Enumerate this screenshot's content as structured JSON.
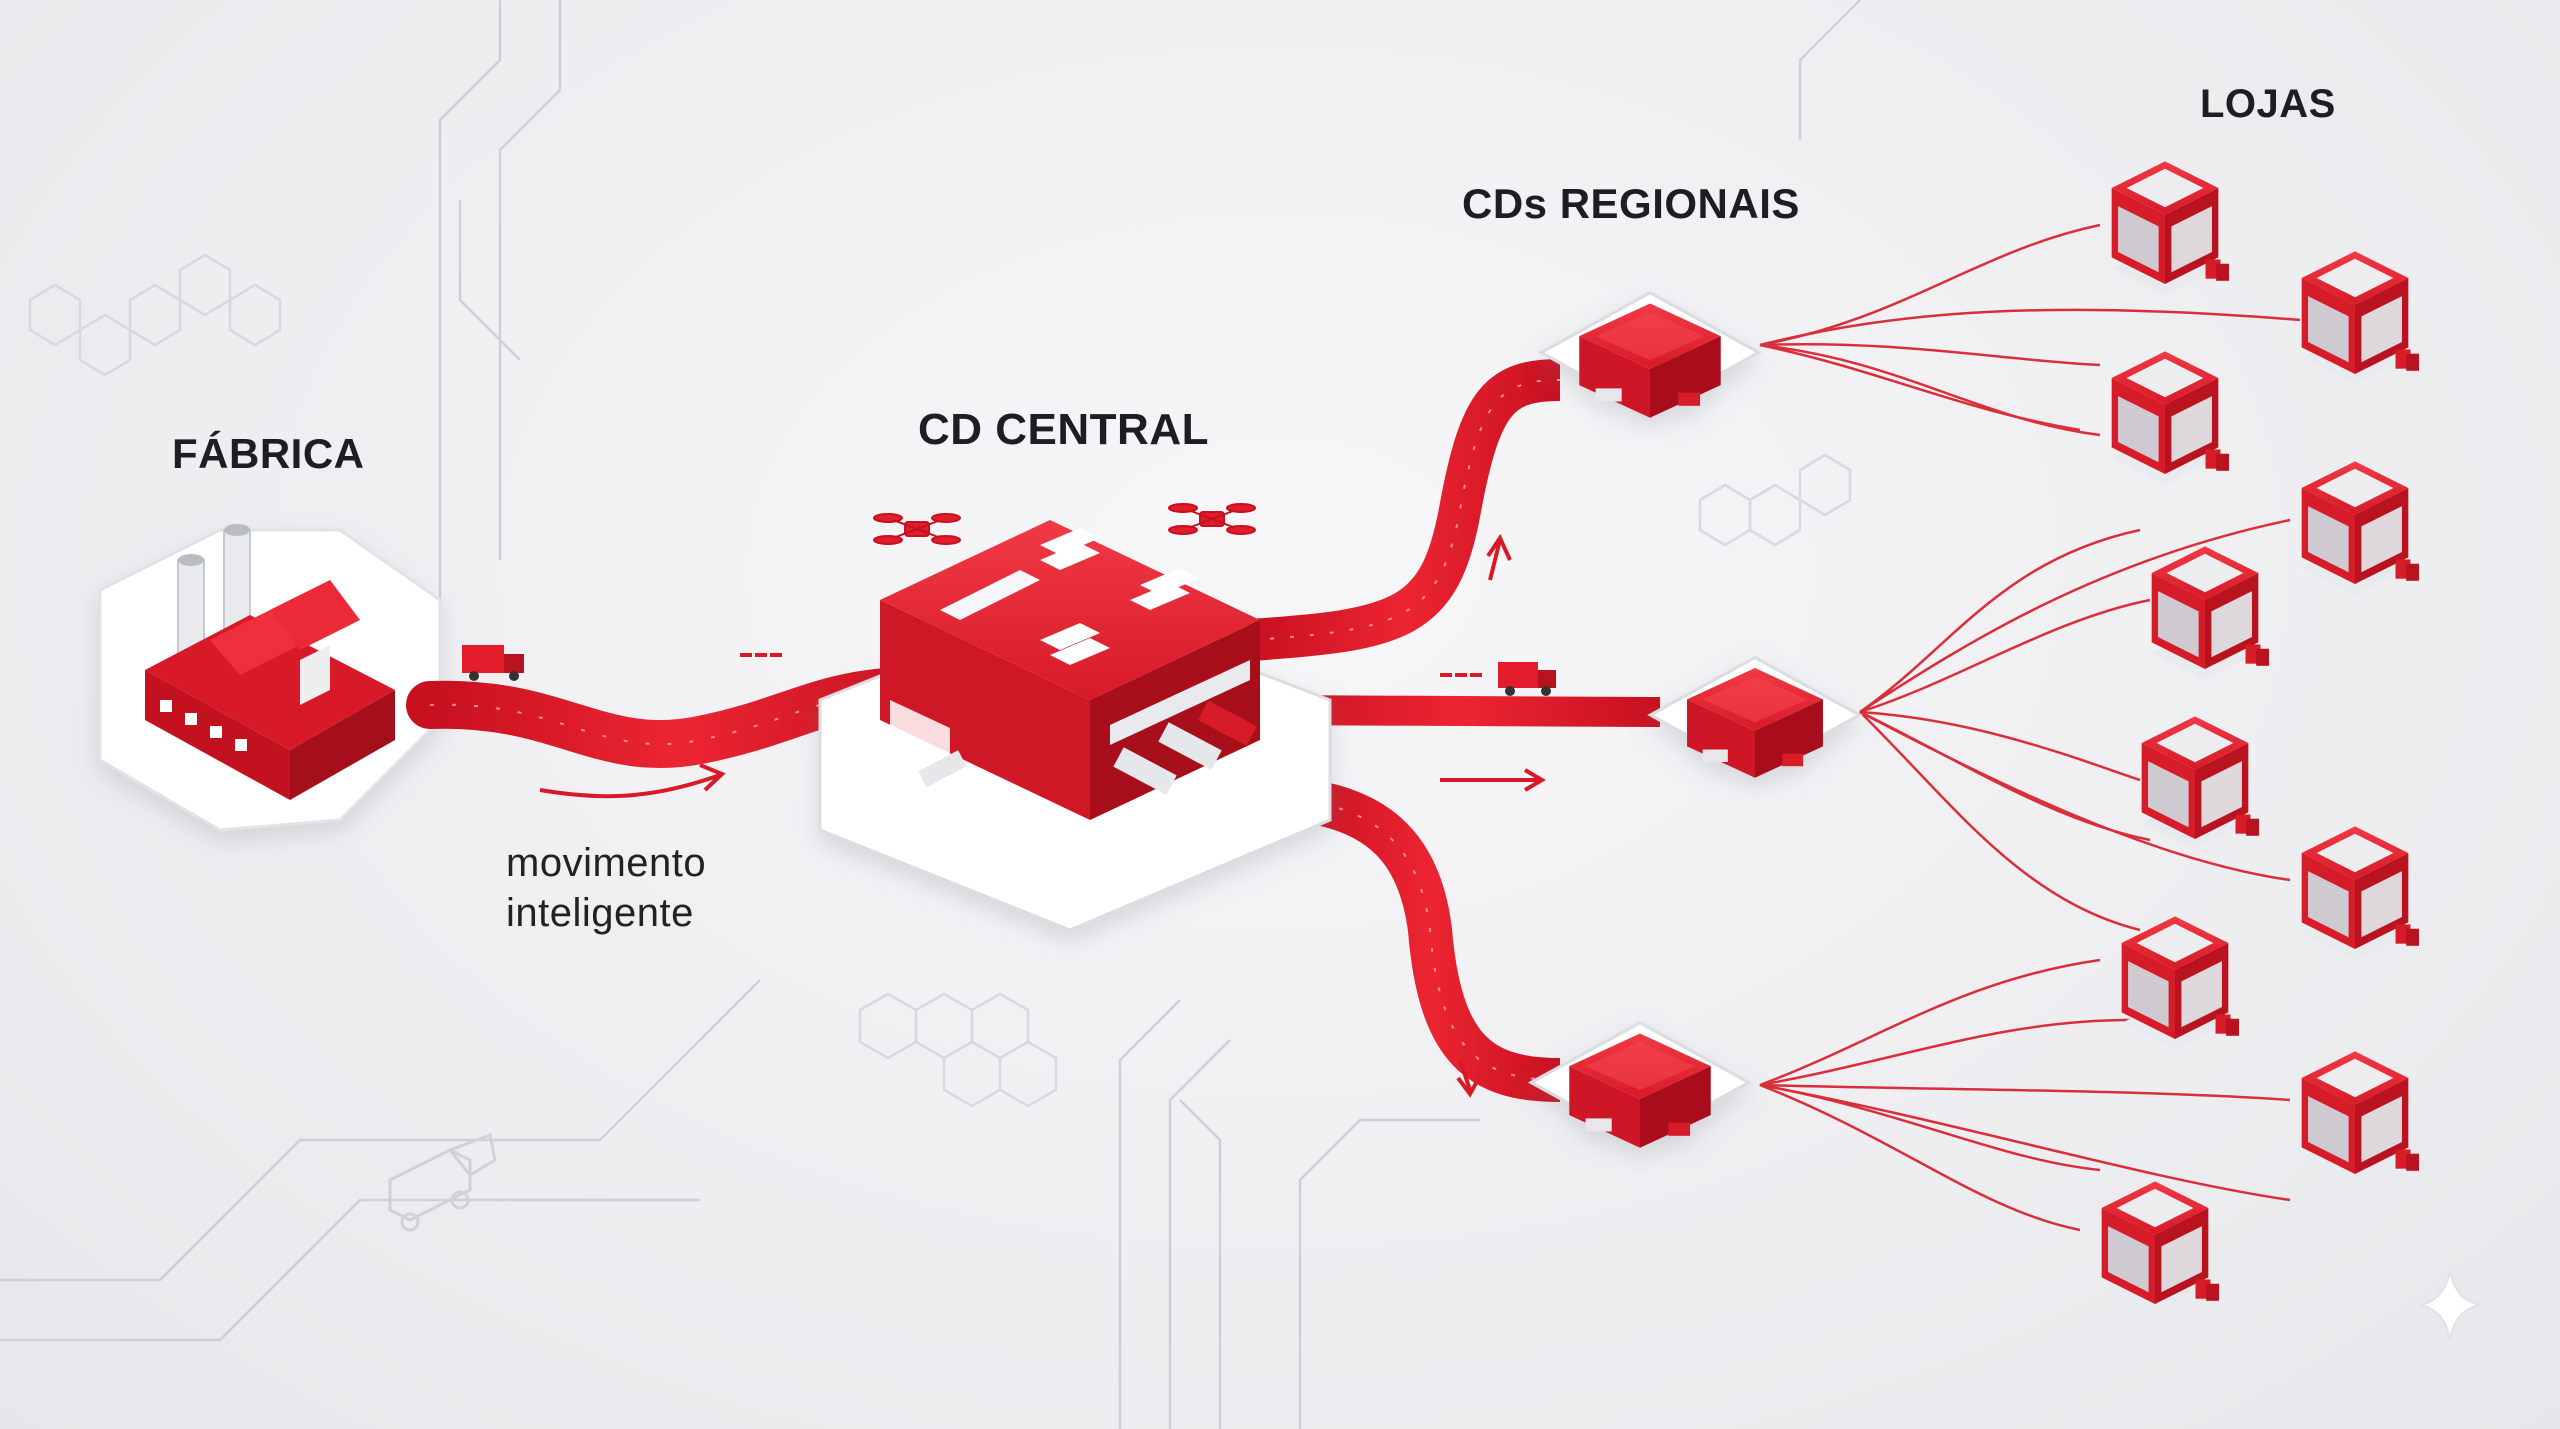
{
  "labels": {
    "fabrica": "FÁBRICA",
    "cd_central": "CD CENTRAL",
    "cds_regionais": "CDs REGIONAIS",
    "lojas": "LOJAS",
    "movimento_line1": "movimento",
    "movimento_line2": "inteligente"
  },
  "colors": {
    "accent": "#e21c2b",
    "accent_dark": "#a50f1c",
    "platform": "#ffffff",
    "circuit": "#c9ccd2"
  },
  "icons": [
    "factory-icon",
    "warehouse-icon",
    "drone-icon",
    "truck-icon",
    "store-icon",
    "sparkle-icon"
  ]
}
